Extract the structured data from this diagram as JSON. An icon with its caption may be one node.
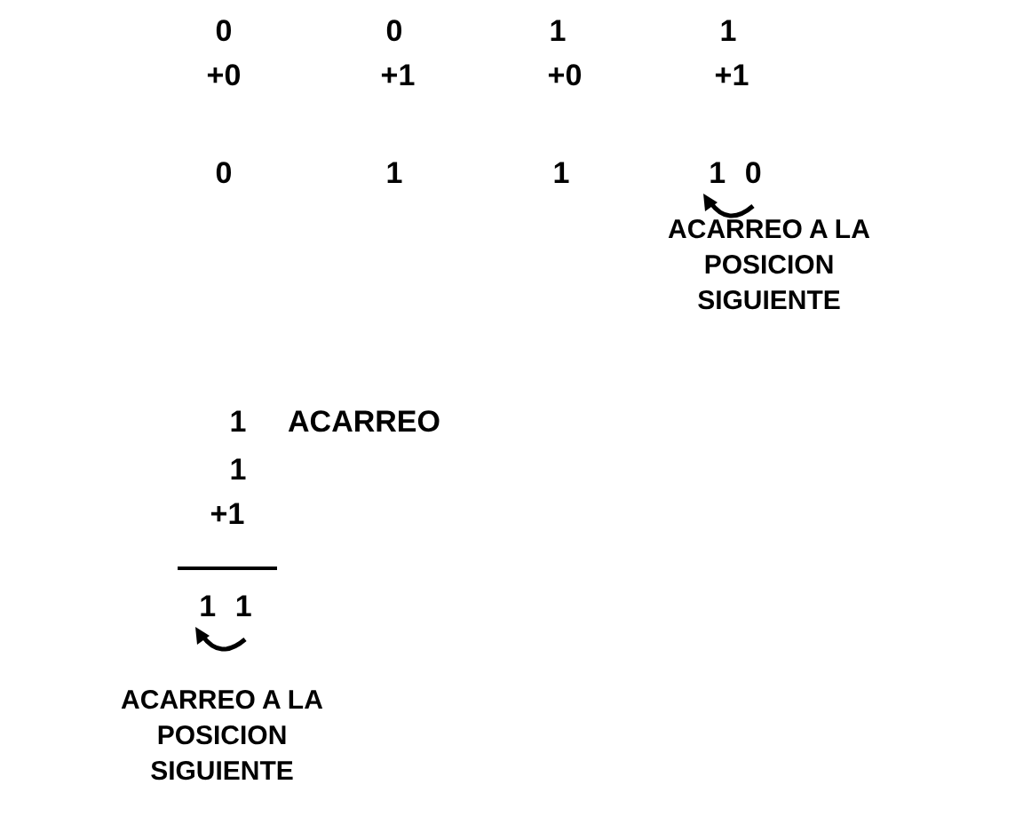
{
  "diagram": {
    "labels": [
      "0",
      "0",
      "1",
      "1",
      "+0",
      "+1",
      "+0",
      "+1",
      "0",
      "1",
      "1",
      "1 0",
      "ACARREO A LA POSICION SIGUIENTE",
      "1",
      "ACARREO",
      "1",
      "+1",
      "1 1",
      "ACARREO A LA POSICION SIGUIENTE"
    ]
  }
}
